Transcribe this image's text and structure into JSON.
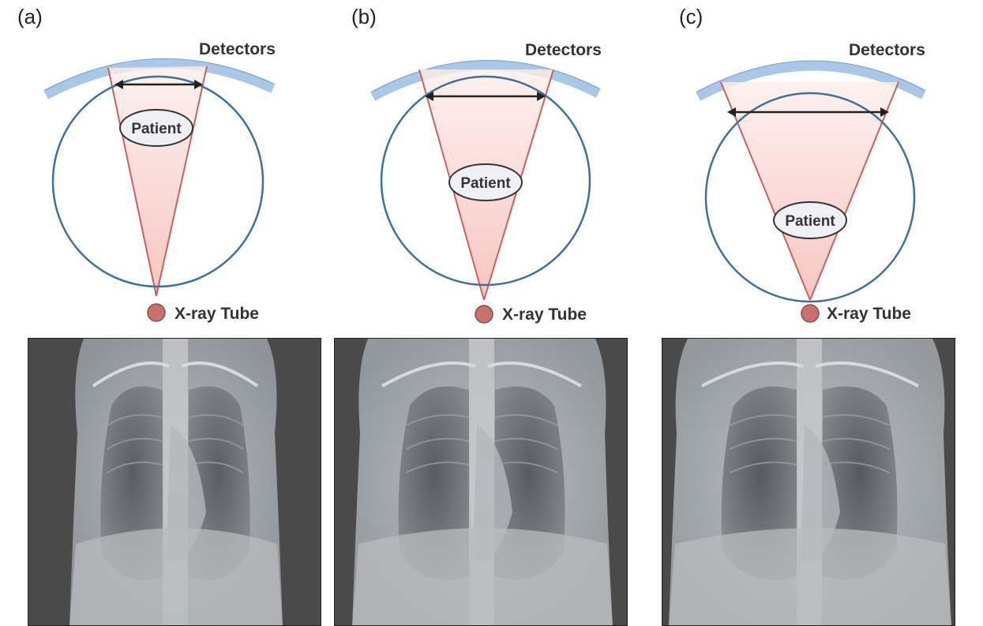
{
  "panels": [
    {
      "label": "(a)",
      "detectors_label": "Detectors",
      "patient_label": "Patient",
      "tube_label": "X-ray Tube"
    },
    {
      "label": "(b)",
      "detectors_label": "Detectors",
      "patient_label": "Patient",
      "tube_label": "X-ray Tube"
    },
    {
      "label": "(c)",
      "detectors_label": "Detectors",
      "patient_label": "Patient",
      "tube_label": "X-ray Tube"
    }
  ],
  "colors": {
    "circle": "#3f6f9e",
    "detector": "#a9c7e6",
    "beam_edge": "#c9625f",
    "beam_fill": "#f7c9c4",
    "tube": "#c97070",
    "arrow": "#222222"
  },
  "icons": [
    "double-arrow-icon",
    "x-ray-tube-icon"
  ]
}
